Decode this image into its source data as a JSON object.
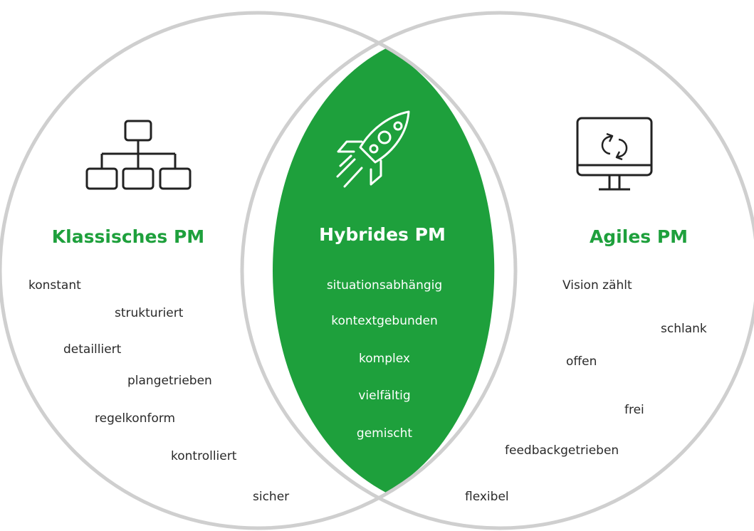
{
  "colors": {
    "accent": "#1ea03c",
    "circle_stroke": "#cfcfcf",
    "icon": "#222222",
    "center_text": "#ffffff"
  },
  "left": {
    "icon": "org-chart-icon",
    "title": "Klassisches PM",
    "words": [
      "konstant",
      "strukturiert",
      "detailliert",
      "plangetrieben",
      "regelkonform",
      "kontrolliert",
      "sicher"
    ]
  },
  "center": {
    "icon": "rocket-icon",
    "title": "Hybrides PM",
    "words": [
      "situationsabhängig",
      "kontextgebunden",
      "komplex",
      "vielfältig",
      "gemischt"
    ]
  },
  "right": {
    "icon": "monitor-refresh-icon",
    "title": "Agiles PM",
    "words": [
      "Vision zählt",
      "schlank",
      "offen",
      "frei",
      "feedbackgetrieben",
      "flexibel"
    ]
  }
}
